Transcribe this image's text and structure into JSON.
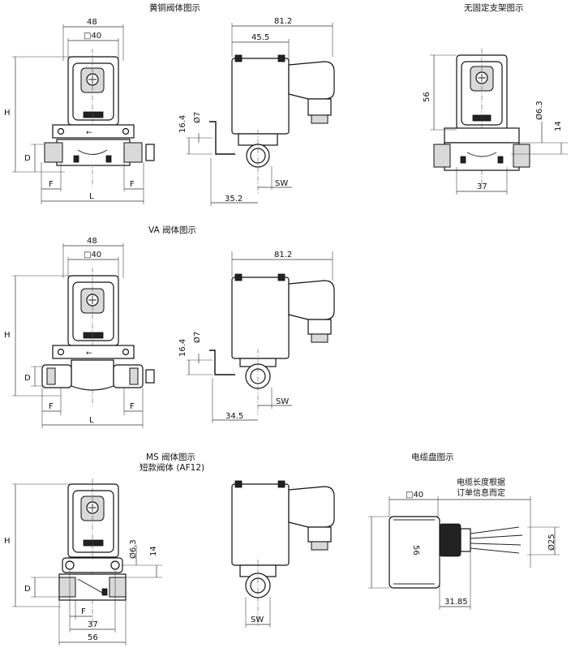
{
  "titles": {
    "brass": "黄铜阀体图示",
    "no_bracket": "无固定支架图示",
    "va": "VA 阀体图示",
    "ms_line1": "MS 阀体图示",
    "ms_line2": "短款阀体 (AF12)",
    "cable_plate": "电缆盘图示",
    "cable_note_1": "电缆长度根据",
    "cable_note_2": "订单信息而定"
  },
  "brass_front": {
    "width": "48",
    "square": "□40",
    "h": "H",
    "d": "D",
    "f_left": "F",
    "f_right": "F",
    "l": "L"
  },
  "brass_side": {
    "length": "81.2",
    "mid": "45.5",
    "h164": "16.4",
    "dia7": "Ø7",
    "w352": "35.2",
    "sw": "SW"
  },
  "nobracket": {
    "h56": "56",
    "dia63": "Ø6.3",
    "h14": "14",
    "w37": "37"
  },
  "va_front": {
    "width": "48",
    "square": "□40",
    "h": "H",
    "d": "D",
    "f_left": "F",
    "f_right": "F",
    "l": "L"
  },
  "va_side": {
    "length": "81.2",
    "h164": "16.4",
    "dia7": "Ø7",
    "w345": "34.5",
    "sw": "SW"
  },
  "ms_front": {
    "h": "H",
    "d": "D",
    "dia63": "Ø6.3",
    "h14": "14",
    "f": "F",
    "w37": "37",
    "w56": "56"
  },
  "ms_side": {
    "sw": "SW"
  },
  "cable_plate": {
    "square": "□40",
    "h56": "56",
    "dia25": "Ø25",
    "w3185": "31.85"
  }
}
